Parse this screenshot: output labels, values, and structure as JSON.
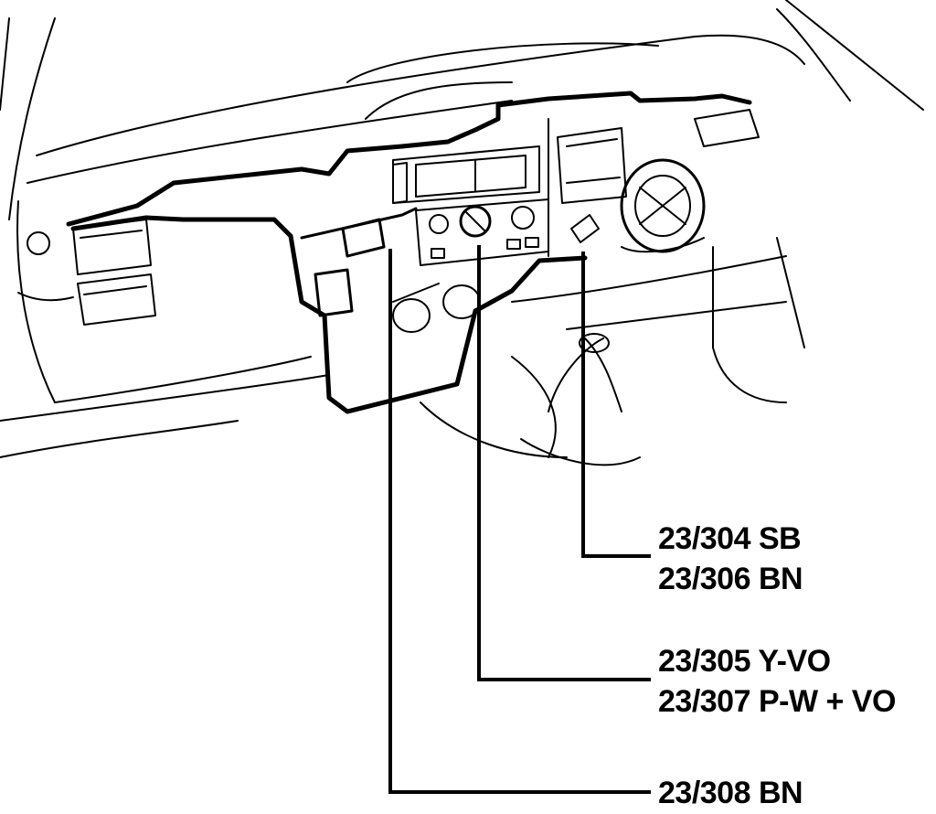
{
  "callouts": [
    {
      "id": "a",
      "lines": [
        "23/304 SB",
        "23/306 BN"
      ]
    },
    {
      "id": "b",
      "lines": [
        "23/305 Y-VO",
        "23/307 P-W + VO"
      ]
    },
    {
      "id": "c",
      "lines": [
        "23/308 BN"
      ]
    }
  ]
}
